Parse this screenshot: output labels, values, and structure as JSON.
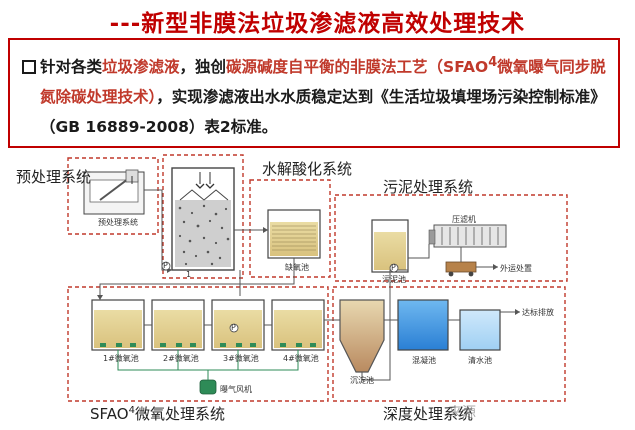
{
  "title": "---新型非膜法垃圾渗滤液高效处理技术",
  "description": {
    "p1": "针对各类",
    "h1": "垃圾渗滤液",
    "p2": "，独创",
    "h2": "碳源碱度自平衡的非膜法工艺（SFAO",
    "h2sup": "4",
    "h3": "微氧曝气同步脱氮除碳处理技术）",
    "p3": "，实现渗滤液出水水质稳定达到《生活垃圾填埋场污染控制标准》（GB 16889-2008）表2标准。"
  },
  "systems": {
    "pretreatment": "预处理系统",
    "hydrolysis": "水解酸化系统",
    "sludge": "污泥处理系统",
    "sfao_prefix": "SFAO",
    "sfao_sup": "4",
    "sfao_suffix": "微氧处理系统",
    "deep": "深度处理系统"
  },
  "units": {
    "pre_tank": "预处理系统",
    "anoxic": "缺氧池",
    "sludge_tank": "污泥池",
    "press": "压滤机",
    "external": "外运处置",
    "t1": "1#微氧池",
    "t2": "2#微氧池",
    "t3": "3#微氧池",
    "t4": "4#微氧池",
    "blower": "曝气风机",
    "settle": "沉淀池",
    "coag": "混凝池",
    "clear": "清水池",
    "discharge": "达标排放",
    "pump_p": "P",
    "mark_1": "1"
  },
  "watermark": "来源"
}
